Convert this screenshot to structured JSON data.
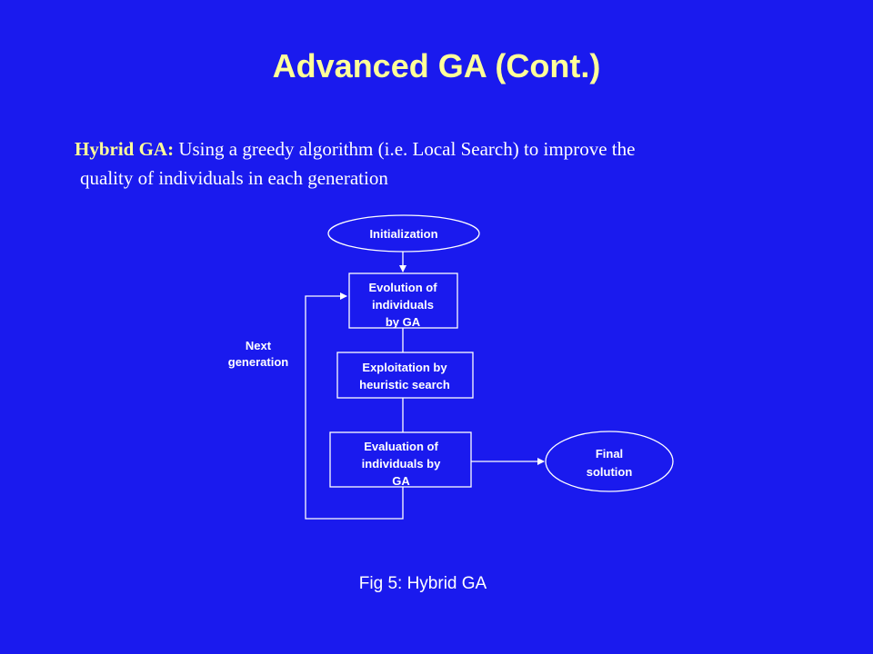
{
  "slide": {
    "title": "Advanced GA (Cont.)",
    "intro_term": "Hybrid GA:",
    "intro_line1": " Using a greedy algorithm (i.e. Local Search) to improve the",
    "intro_line2": "quality of individuals in each generation",
    "caption": "Fig 5: Hybrid GA"
  },
  "diagram": {
    "initialization": "Initialization",
    "evolution": [
      "Evolution of",
      "individuals",
      "by GA"
    ],
    "exploitation": [
      "Exploitation by",
      "heuristic search"
    ],
    "evaluation": [
      "Evaluation of",
      "individuals by",
      "GA"
    ],
    "final": [
      "Final",
      "solution"
    ],
    "loop_label": [
      "Next",
      "generation"
    ]
  },
  "colors": {
    "background": "#1a1aee",
    "title": "#ffff99",
    "text": "#ffffff",
    "lines": "#ffffff"
  }
}
